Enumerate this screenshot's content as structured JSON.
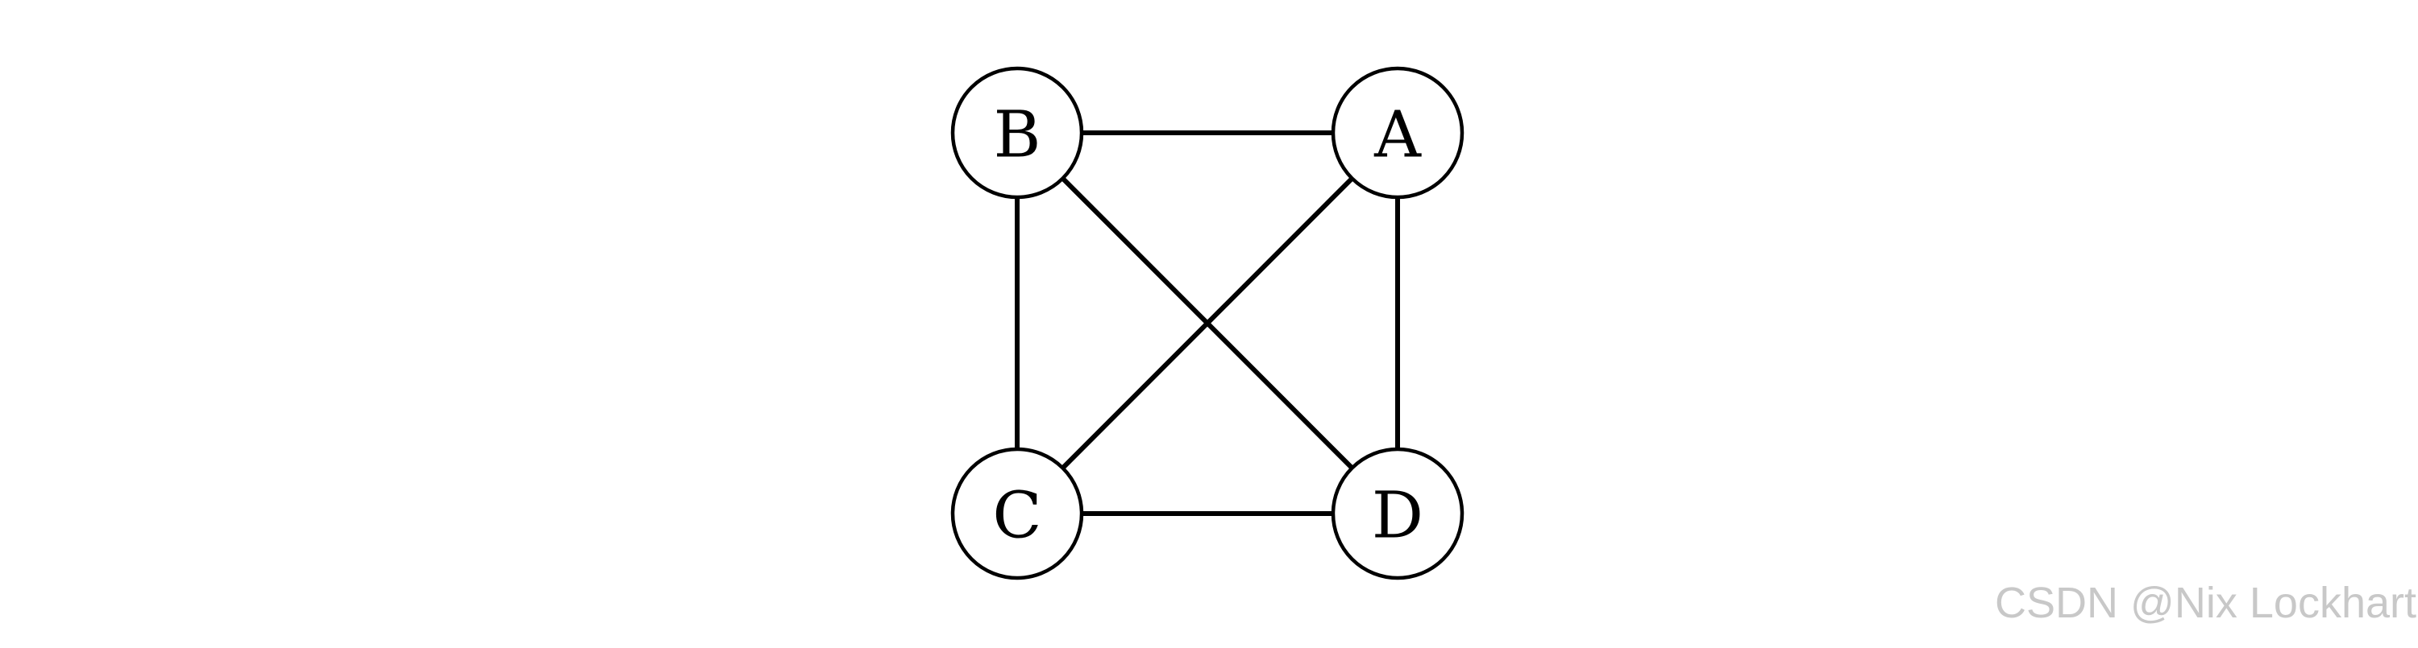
{
  "diagram": {
    "nodes": [
      {
        "id": "B",
        "label": "B"
      },
      {
        "id": "A",
        "label": "A"
      },
      {
        "id": "C",
        "label": "C"
      },
      {
        "id": "D",
        "label": "D"
      }
    ],
    "edges": [
      {
        "from": "B",
        "to": "A"
      },
      {
        "from": "B",
        "to": "C"
      },
      {
        "from": "B",
        "to": "D"
      },
      {
        "from": "A",
        "to": "C"
      },
      {
        "from": "A",
        "to": "D"
      },
      {
        "from": "C",
        "to": "D"
      }
    ]
  },
  "watermark": {
    "text": "CSDN @Nix Lockhart"
  }
}
